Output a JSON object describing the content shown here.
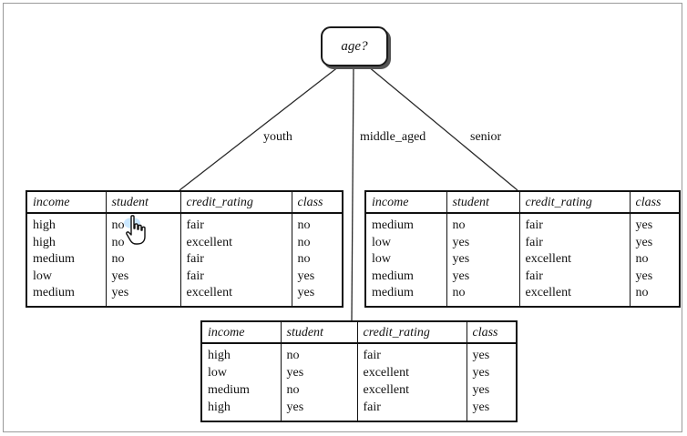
{
  "root": {
    "label": "age?"
  },
  "branches": {
    "youth": "youth",
    "middle_aged": "middle_aged",
    "senior": "senior"
  },
  "columns": [
    "income",
    "student",
    "credit_rating",
    "class"
  ],
  "partitions": {
    "youth": {
      "rows": [
        [
          "high",
          "no",
          "fair",
          "no"
        ],
        [
          "high",
          "no",
          "excellent",
          "no"
        ],
        [
          "medium",
          "no",
          "fair",
          "no"
        ],
        [
          "low",
          "yes",
          "fair",
          "yes"
        ],
        [
          "medium",
          "yes",
          "excellent",
          "yes"
        ]
      ]
    },
    "middle_aged": {
      "rows": [
        [
          "high",
          "no",
          "fair",
          "yes"
        ],
        [
          "low",
          "yes",
          "excellent",
          "yes"
        ],
        [
          "medium",
          "no",
          "excellent",
          "yes"
        ],
        [
          "high",
          "yes",
          "fair",
          "yes"
        ]
      ]
    },
    "senior": {
      "rows": [
        [
          "medium",
          "no",
          "fair",
          "yes"
        ],
        [
          "low",
          "yes",
          "fair",
          "yes"
        ],
        [
          "low",
          "yes",
          "excellent",
          "no"
        ],
        [
          "medium",
          "yes",
          "fair",
          "yes"
        ],
        [
          "medium",
          "no",
          "excellent",
          "no"
        ]
      ]
    }
  },
  "icons": {
    "cursor": "hand-pointer-icon"
  }
}
